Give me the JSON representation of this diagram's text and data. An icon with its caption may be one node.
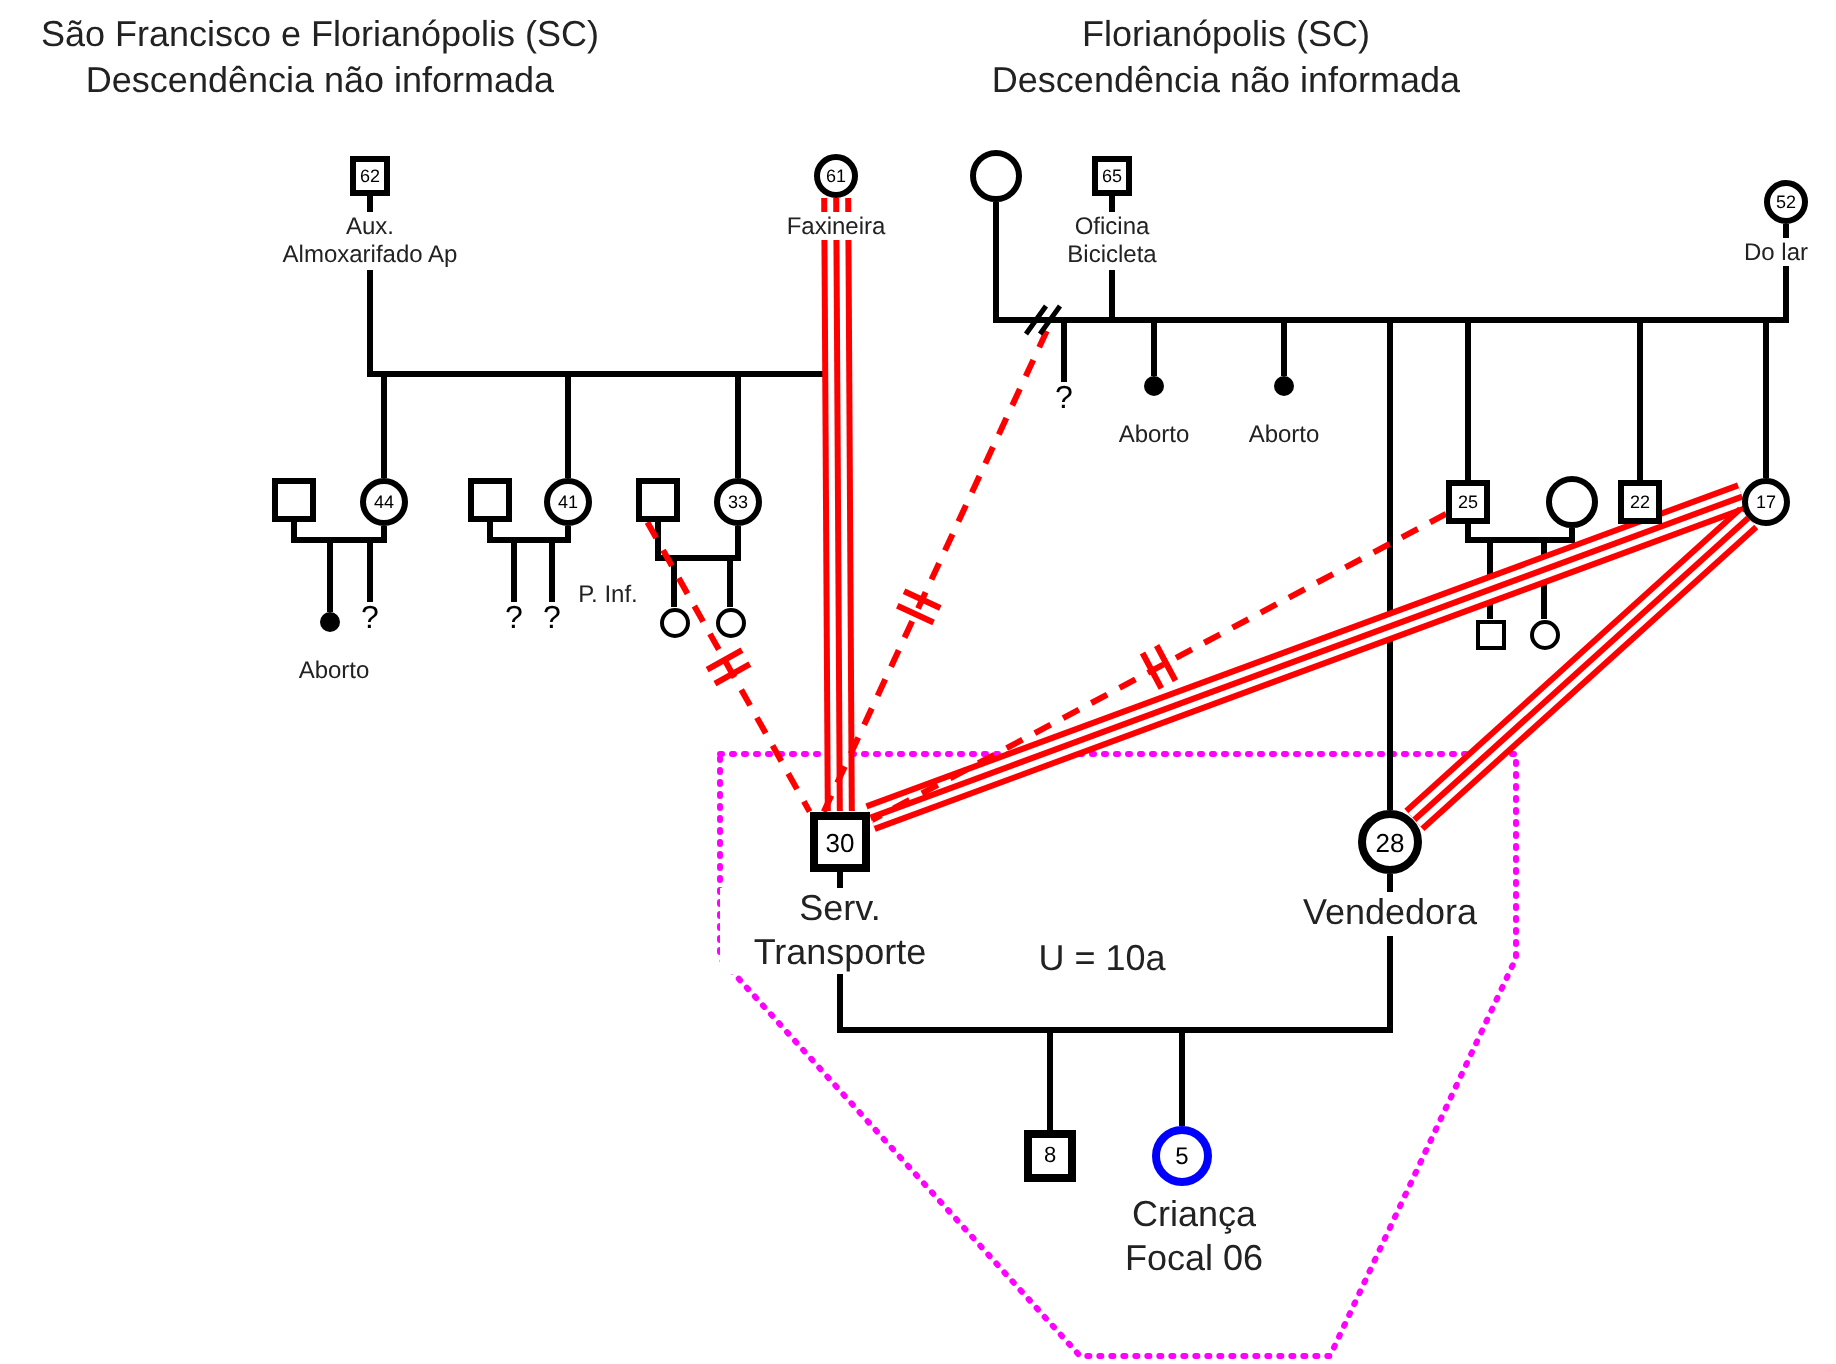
{
  "diagram": {
    "nodes": [
      {
        "text": [
          "62"
        ],
        "beside": [
          "Aux. Almoxarifado Ap"
        ]
      },
      {
        "text": [
          "61"
        ],
        "beside": [
          "Faxineira"
        ]
      },
      {
        "text": [],
        "shape": "circle"
      },
      {
        "text": [
          "65"
        ],
        "beside": [
          "Oficina Bicicleta"
        ]
      },
      {
        "text": [
          "52"
        ],
        "beside": [
          "Do lar"
        ]
      },
      {
        "text": [
          "?"
        ]
      },
      {
        "text": [],
        "shape": "dot",
        "beside": [
          "Aborto"
        ]
      },
      {
        "text": [],
        "shape": "dot",
        "beside": [
          "Aborto"
        ]
      },
      {
        "text": [],
        "shape": "box"
      },
      {
        "text": [
          "44"
        ]
      },
      {
        "text": [],
        "shape": "box"
      },
      {
        "text": [
          "41"
        ]
      },
      {
        "text": [],
        "shape": "box"
      },
      {
        "text": [
          "33"
        ]
      },
      {
        "text": [
          "25"
        ]
      },
      {
        "text": [],
        "shape": "circle"
      },
      {
        "text": [
          "22"
        ]
      },
      {
        "text": [
          "17"
        ]
      },
      {
        "text": [],
        "shape": "dot",
        "beside": [
          "Aborto"
        ]
      },
      {
        "text": [
          "?"
        ]
      },
      {
        "text": [
          "?"
        ]
      },
      {
        "text": [
          "?"
        ]
      },
      {
        "text": [],
        "shape": "circle",
        "beside": [
          "P. Inf."
        ]
      },
      {
        "text": [],
        "shape": "circle"
      },
      {
        "text": [],
        "shape": "box"
      },
      {
        "text": [],
        "shape": "circle"
      },
      {
        "text": [],
        "shape": "polygon"
      },
      {
        "text": [
          "30"
        ],
        "in": 26,
        "beside": [
          "Serv. Transporte"
        ]
      },
      {
        "text": [
          "28"
        ],
        "in": 26,
        "beside": [
          "Vendedora"
        ]
      },
      {
        "text": [
          "8"
        ],
        "in": 26
      },
      {
        "text": [
          "5"
        ],
        "in": 26,
        "beside": [
          "Criança Focal 06"
        ]
      }
    ],
    "edges": [
      {
        "from": 0,
        "to": 1,
        "arrow": "none"
      },
      {
        "from": 0,
        "to": 9,
        "arrow": "none"
      },
      {
        "from": 1,
        "to": 9,
        "arrow": "none"
      },
      {
        "from": 0,
        "to": 11,
        "arrow": "none"
      },
      {
        "from": 1,
        "to": 11,
        "arrow": "none"
      },
      {
        "from": 0,
        "to": 13,
        "arrow": "none"
      },
      {
        "from": 1,
        "to": 13,
        "arrow": "none"
      },
      {
        "from": 8,
        "to": 9,
        "arrow": "none"
      },
      {
        "from": 8,
        "to": 18,
        "arrow": "none"
      },
      {
        "from": 9,
        "to": 18,
        "arrow": "none"
      },
      {
        "from": 8,
        "to": 19,
        "arrow": "none"
      },
      {
        "from": 9,
        "to": 19,
        "arrow": "none"
      },
      {
        "from": 10,
        "to": 11,
        "arrow": "none"
      },
      {
        "from": 10,
        "to": 20,
        "arrow": "none"
      },
      {
        "from": 11,
        "to": 20,
        "arrow": "none"
      },
      {
        "from": 10,
        "to": 21,
        "arrow": "none"
      },
      {
        "from": 11,
        "to": 21,
        "arrow": "none"
      },
      {
        "from": 12,
        "to": 13,
        "arrow": "none"
      },
      {
        "from": 12,
        "to": 22,
        "arrow": "none"
      },
      {
        "from": 13,
        "to": 22,
        "arrow": "none"
      },
      {
        "from": 12,
        "to": 23,
        "arrow": "none"
      },
      {
        "from": 13,
        "to": 23,
        "arrow": "none"
      },
      {
        "from": 2,
        "to": 3,
        "arrow": "none"
      },
      {
        "from": 2,
        "to": 5,
        "arrow": "none"
      },
      {
        "from": 3,
        "to": 5,
        "arrow": "none"
      },
      {
        "from": 3,
        "to": 4,
        "arrow": "none"
      },
      {
        "from": 3,
        "to": 6,
        "arrow": "none"
      },
      {
        "from": 4,
        "to": 6,
        "arrow": "none"
      },
      {
        "from": 3,
        "to": 7,
        "arrow": "none"
      },
      {
        "from": 4,
        "to": 7,
        "arrow": "none"
      },
      {
        "from": 3,
        "to": 28,
        "arrow": "none"
      },
      {
        "from": 4,
        "to": 28,
        "arrow": "none"
      },
      {
        "from": 3,
        "to": 14,
        "arrow": "none"
      },
      {
        "from": 4,
        "to": 14,
        "arrow": "none"
      },
      {
        "from": 3,
        "to": 16,
        "arrow": "none"
      },
      {
        "from": 4,
        "to": 16,
        "arrow": "none"
      },
      {
        "from": 3,
        "to": 17,
        "arrow": "none"
      },
      {
        "from": 4,
        "to": 17,
        "arrow": "none"
      },
      {
        "from": 14,
        "to": 15,
        "arrow": "none"
      },
      {
        "from": 14,
        "to": 24,
        "arrow": "none"
      },
      {
        "from": 15,
        "to": 24,
        "arrow": "none"
      },
      {
        "from": 14,
        "to": 25,
        "arrow": "none"
      },
      {
        "from": 15,
        "to": 25,
        "arrow": "none"
      },
      {
        "from": 27,
        "to": 28,
        "arrow": "none"
      },
      {
        "from": 27,
        "to": 29,
        "arrow": "none"
      },
      {
        "from": 28,
        "to": 29,
        "arrow": "none"
      },
      {
        "from": 27,
        "to": 30,
        "arrow": "none"
      },
      {
        "from": 28,
        "to": 30,
        "arrow": "none"
      },
      {
        "from": 1,
        "to": 27,
        "arrow": "none",
        "style": "thick",
        "color": "#ff0000"
      },
      {
        "from": 27,
        "to": 17,
        "arrow": "none",
        "style": "thick",
        "color": "#ff0000"
      },
      {
        "from": 28,
        "to": 17,
        "arrow": "none",
        "style": "thick",
        "color": "#ff0000"
      },
      {
        "from": 27,
        "to": null,
        "arrow": "none",
        "style": "dashed",
        "color": "#ff0000"
      },
      {
        "from": 12,
        "to": 27,
        "arrow": "none",
        "style": "dashed",
        "color": "#ff0000"
      },
      {
        "from": 14,
        "to": 27,
        "arrow": "none",
        "style": "dashed",
        "color": "#ff0000"
      }
    ],
    "labels": [
      "São Francisco e Florianópolis (SC) Descendência não informada",
      "Florianópolis (SC) Descendência não informada",
      "U = 10a"
    ]
  }
}
